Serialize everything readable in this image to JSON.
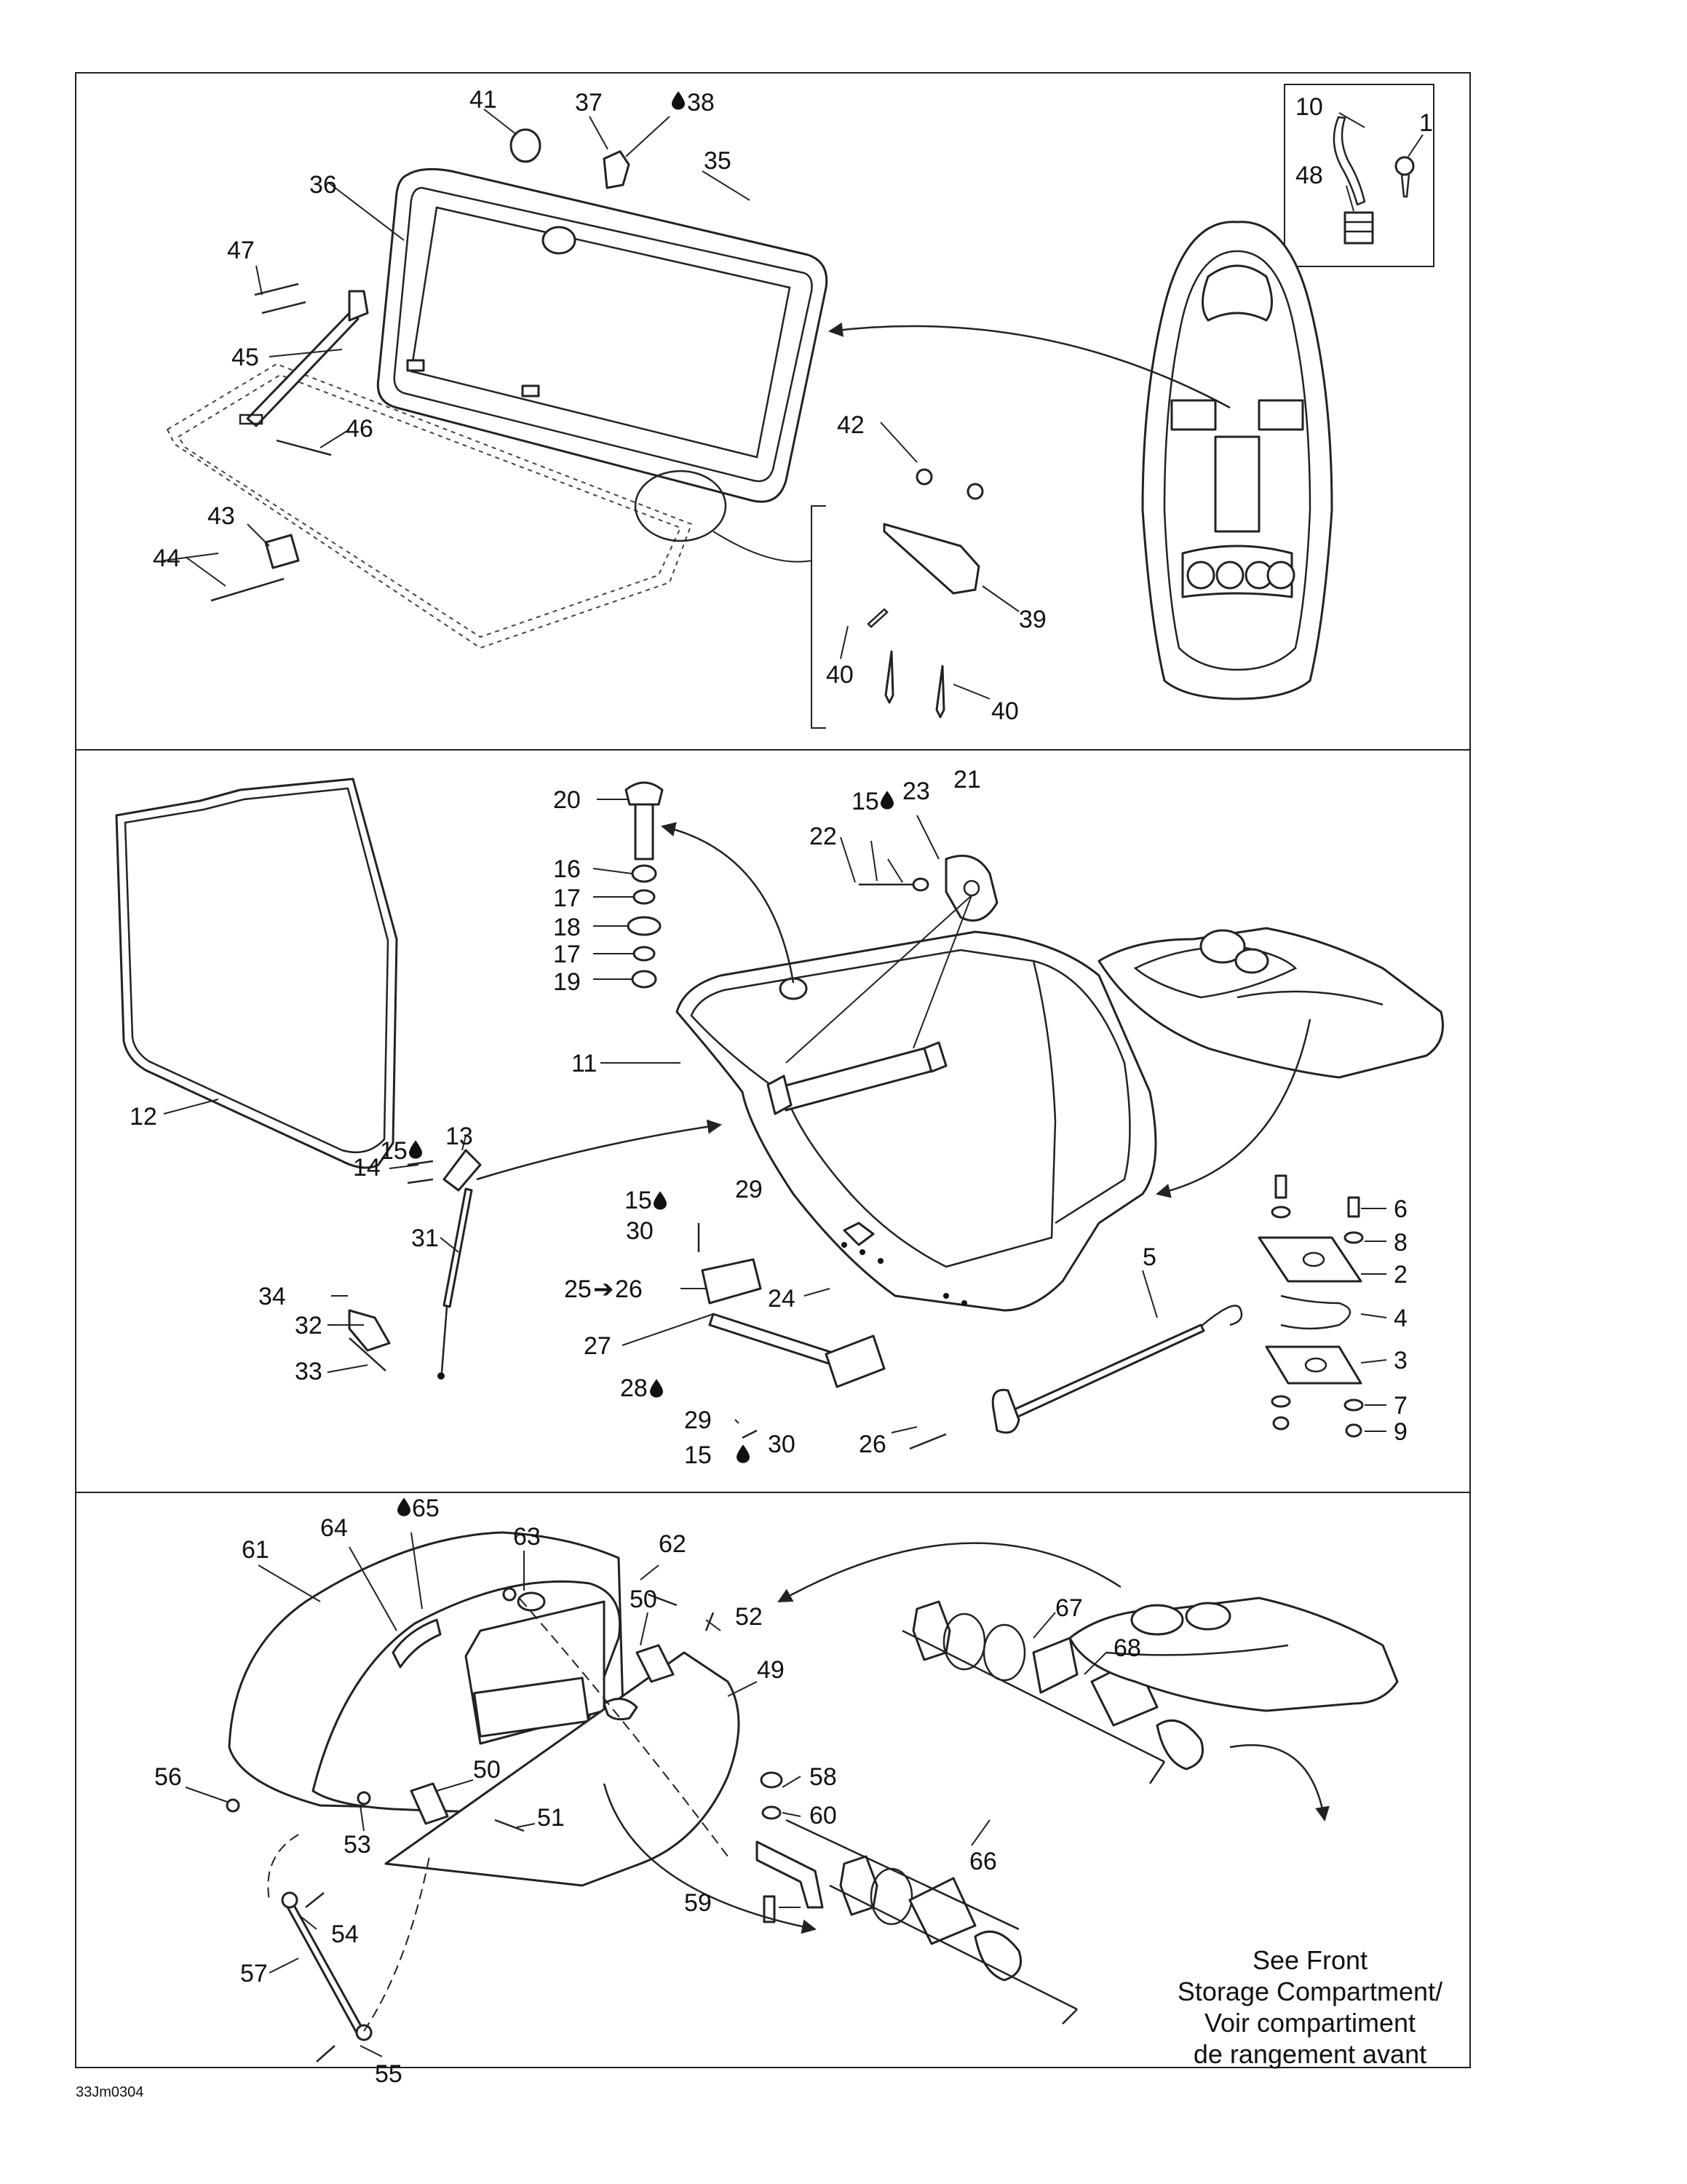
{
  "drawing_code": "33Jm0304",
  "note": {
    "line1": "See Front",
    "line2": "Storage Compartment/",
    "line3": "Voir compartiment",
    "line4": "de rangement avant"
  },
  "colors": {
    "line": "#222222",
    "background": "#ffffff"
  },
  "panels": {
    "top": {
      "callouts": {
        "p1": "1",
        "p10": "10",
        "p48": "48",
        "p41": "41",
        "p37": "37",
        "p38": "38",
        "p35": "35",
        "p36": "36",
        "p47": "47",
        "p45": "45",
        "p46": "46",
        "p43": "43",
        "p44": "44",
        "p42": "42",
        "p39": "39",
        "p40a": "40",
        "p40b": "40"
      }
    },
    "middle": {
      "callouts": {
        "p20": "20",
        "p16": "16",
        "p17a": "17",
        "p18": "18",
        "p17b": "17",
        "p19": "19",
        "p15a": "15",
        "p23": "23",
        "p21": "21",
        "p22": "22",
        "p12": "12",
        "p11": "11",
        "p15b": "15",
        "p13": "13",
        "p14": "14",
        "p31": "31",
        "p15c": "15",
        "p29a": "29",
        "p30a": "30",
        "p25": "25",
        "p25arrow": "➔",
        "p26a": "26",
        "p24": "24",
        "p27": "27",
        "p28": "28",
        "p34": "34",
        "p32": "32",
        "p33": "33",
        "p29b": "29",
        "p30b": "30",
        "p15d": "15",
        "p26b": "26",
        "p5": "5",
        "p6": "6",
        "p8": "8",
        "p2": "2",
        "p4": "4",
        "p3": "3",
        "p7": "7",
        "p9": "9"
      }
    },
    "bottom": {
      "callouts": {
        "p65": "65",
        "p64": "64",
        "p63": "63",
        "p62": "62",
        "p61": "61",
        "p50a": "50",
        "p52": "52",
        "p49": "49",
        "p56": "56",
        "p50b": "50",
        "p51": "51",
        "p53": "53",
        "p54": "54",
        "p57": "57",
        "p55": "55",
        "p58": "58",
        "p60": "60",
        "p59": "59",
        "p66": "66",
        "p67": "67",
        "p68": "68"
      }
    }
  }
}
